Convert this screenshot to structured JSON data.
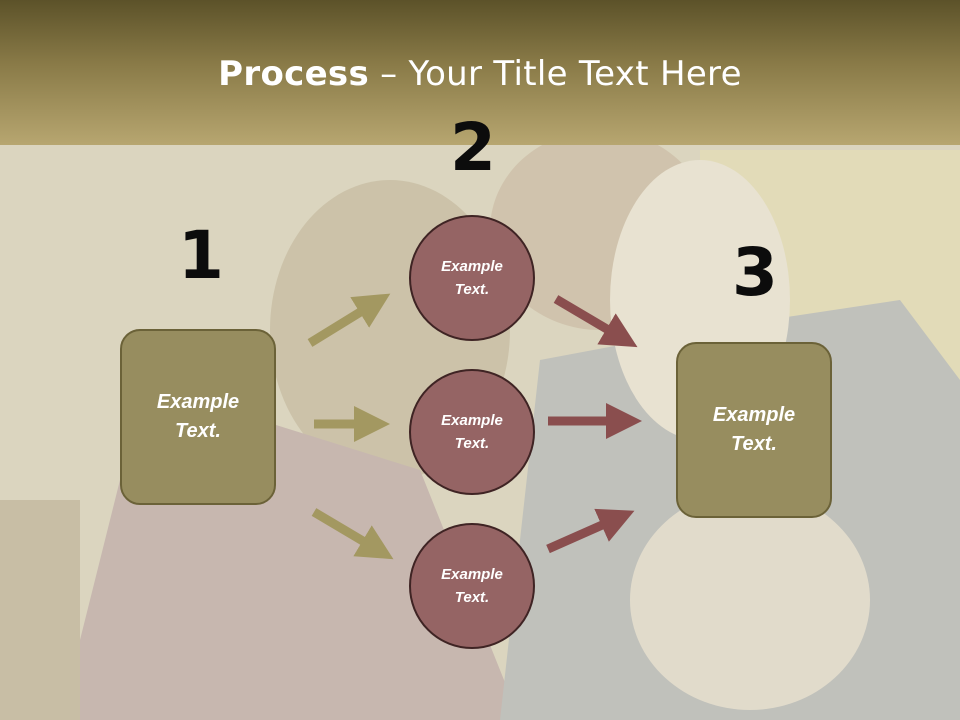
{
  "slide": {
    "title_bold": "Process",
    "title_rest": " – Your Title Text Here",
    "numbers": [
      "1",
      "2",
      "3"
    ],
    "left_box": "Example\nText.",
    "right_box": "Example\nText.",
    "circles": [
      "Example\nText.",
      "Example\nText.",
      "Example\nText."
    ]
  },
  "colors": {
    "header": "#7d6f3e",
    "box_fill": "#978d5f",
    "circle_fill": "#956464",
    "left_arrows": "#a39861",
    "right_arrows": "#8a4e4e"
  }
}
